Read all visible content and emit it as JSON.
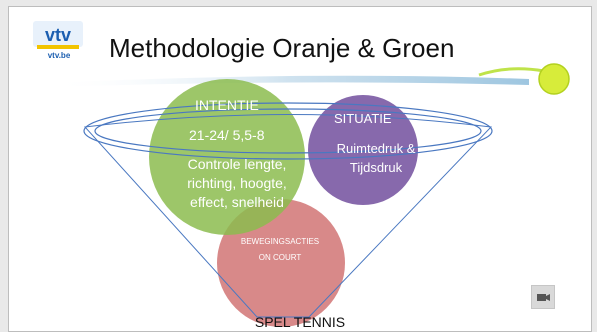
{
  "slide": {
    "title": "Methodologie Oranje & Groen",
    "logo": {
      "alt_icon": "vtv-logo-icon",
      "url_text": "vtv.be"
    },
    "bottom_label": "SPEL TENNIS"
  },
  "diagram": {
    "intentie": {
      "title": "INTENTIE",
      "level": "21-24/ 5,5-8",
      "description": "Controle lengte, richting, hoogte, effect, snelheid",
      "color": "#8cbc4f"
    },
    "situatie": {
      "title": "SITUATIE",
      "description": "Ruimtedruk & Tijdsdruk",
      "color": "#7a59a3"
    },
    "bewegingsacties": {
      "title": "BEWEGINGSACTIES ON COURT",
      "color": "#d88989"
    },
    "funnel_color": "#4a78c1"
  },
  "video": {
    "icon": "video-camera-icon"
  }
}
